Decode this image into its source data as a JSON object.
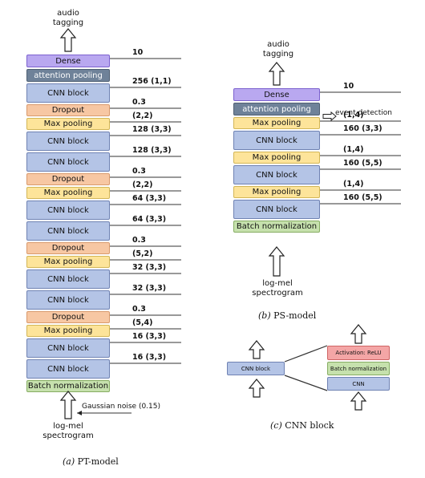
{
  "pt_model": {
    "output_label": "audio\ntagging",
    "input_label": "log-mel\nspectrogram",
    "noise_label": "Gaussian noise (0.15)",
    "caption_tag": "(a)",
    "caption_text": "PT-model",
    "blocks": [
      {
        "label": "Dense",
        "kind": "dense",
        "annotation": "10"
      },
      {
        "label": "attention pooling",
        "kind": "att",
        "annotation": ""
      },
      {
        "label": "CNN block",
        "kind": "cnn",
        "annotation": "256 (1,1)"
      },
      {
        "label": "Dropout",
        "kind": "drop",
        "annotation": "0.3"
      },
      {
        "label": "Max pooling",
        "kind": "pool",
        "annotation": "(2,2)"
      },
      {
        "label": "CNN block",
        "kind": "cnn",
        "annotation": "128 (3,3)"
      },
      {
        "label": "CNN block",
        "kind": "cnn",
        "annotation": "128 (3,3)"
      },
      {
        "label": "Dropout",
        "kind": "drop",
        "annotation": "0.3"
      },
      {
        "label": "Max pooling",
        "kind": "pool",
        "annotation": "(2,2)"
      },
      {
        "label": "CNN block",
        "kind": "cnn",
        "annotation": "64 (3,3)"
      },
      {
        "label": "CNN block",
        "kind": "cnn",
        "annotation": "64 (3,3)"
      },
      {
        "label": "Dropout",
        "kind": "drop",
        "annotation": "0.3"
      },
      {
        "label": "Max pooling",
        "kind": "pool",
        "annotation": "(5,2)"
      },
      {
        "label": "CNN block",
        "kind": "cnn",
        "annotation": "32 (3,3)"
      },
      {
        "label": "CNN block",
        "kind": "cnn",
        "annotation": "32 (3,3)"
      },
      {
        "label": "Dropout",
        "kind": "drop",
        "annotation": "0.3"
      },
      {
        "label": "Max pooling",
        "kind": "pool",
        "annotation": "(5,4)"
      },
      {
        "label": "CNN block",
        "kind": "cnn",
        "annotation": "16 (3,3)"
      },
      {
        "label": "CNN block",
        "kind": "cnn",
        "annotation": "16 (3,3)"
      },
      {
        "label": "Batch normalization",
        "kind": "bn",
        "annotation": ""
      }
    ]
  },
  "ps_model": {
    "output_label": "audio\ntagging",
    "input_label": "log-mel\nspectrogram",
    "event_label": "event detection",
    "caption_tag": "(b)",
    "caption_text": "PS-model",
    "blocks": [
      {
        "label": "Dense",
        "kind": "dense",
        "annotation": "10"
      },
      {
        "label": "attention pooling",
        "kind": "att",
        "annotation": ""
      },
      {
        "label": "Max pooling",
        "kind": "pool",
        "annotation": "(1,4)"
      },
      {
        "label": "CNN block",
        "kind": "cnn",
        "annotation": "160 (3,3)"
      },
      {
        "label": "Max pooling",
        "kind": "pool",
        "annotation": "(1,4)"
      },
      {
        "label": "CNN block",
        "kind": "cnn",
        "annotation": "160 (5,5)"
      },
      {
        "label": "Max pooling",
        "kind": "pool",
        "annotation": "(1,4)"
      },
      {
        "label": "CNN block",
        "kind": "cnn",
        "annotation": "160 (5,5)"
      },
      {
        "label": "Batch normalization",
        "kind": "bn",
        "annotation": ""
      }
    ]
  },
  "cnn_block": {
    "block_label": "CNN block",
    "activation_label": "Activation: ReLU",
    "bn_label": "Batch normalization",
    "cnn_label": "CNN",
    "caption_tag": "(c)",
    "caption_text": "CNN block"
  }
}
